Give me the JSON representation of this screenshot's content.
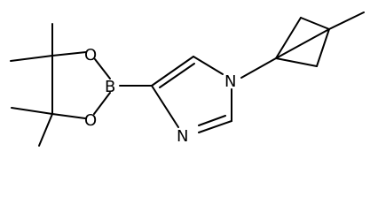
{
  "molecule": {
    "atoms": {
      "boron": "B",
      "oxygen_top": "O",
      "oxygen_bottom": "O",
      "nitrogen_imidazole_1": "N",
      "nitrogen_imidazole_3": "N"
    }
  }
}
